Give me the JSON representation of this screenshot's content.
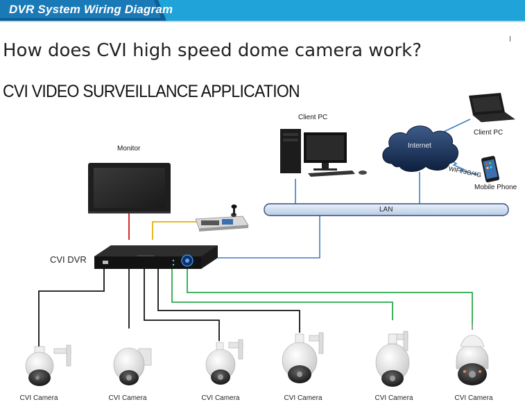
{
  "banner": {
    "title": "DVR System Wiring Diagram",
    "color": "#1fa3d8"
  },
  "heading": "How does CVI high speed dome camera work?",
  "subheading": "CVI VIDEO SURVEILLANCE APPLICATION",
  "diagram": {
    "monitor_label": "Monitor",
    "dvr_label": "CVI DVR",
    "lan_label": "LAN",
    "internet_label": "Internet",
    "client_pc_label": "Client PC",
    "laptop_label": "Client PC",
    "wireless_label": "WIFI/3G/4G",
    "phone_label": "Mobile Phone",
    "cameras": [
      {
        "label": "CVI Camera"
      },
      {
        "label": "CVI Camera"
      },
      {
        "label": "CVI Camera"
      },
      {
        "label": "CVI Camera"
      },
      {
        "label": "CVI Camera"
      },
      {
        "label": "CVI Camera"
      }
    ],
    "colors": {
      "network_line": "#3a7fc1",
      "video_line": "#d42a2a",
      "control_line": "#e8b820",
      "black_cable": "#111111",
      "green_cable": "#2aa84a"
    }
  }
}
